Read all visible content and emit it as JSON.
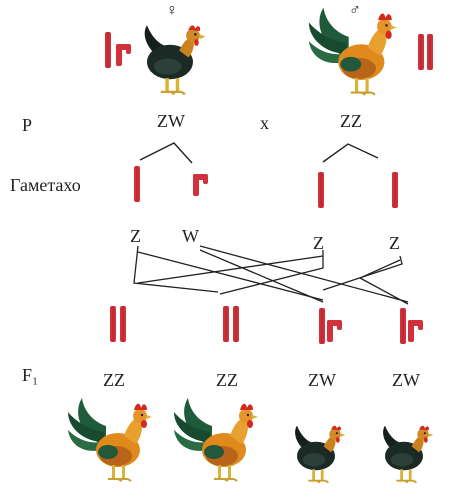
{
  "labels": {
    "p": "P",
    "cross": "x",
    "gametes": "Гаметахо",
    "f1": "F₁"
  },
  "symbols": {
    "female": "♀",
    "male": "♂"
  },
  "parents": {
    "female_genotype": "ZW",
    "male_genotype": "ZZ"
  },
  "gametes": {
    "female": [
      "Z",
      "W"
    ],
    "male": [
      "Z",
      "Z"
    ]
  },
  "offspring": [
    {
      "genotype": "ZZ",
      "sex": "male"
    },
    {
      "genotype": "ZZ",
      "sex": "male"
    },
    {
      "genotype": "ZW",
      "sex": "female"
    },
    {
      "genotype": "ZW",
      "sex": "female"
    }
  ],
  "colors": {
    "chromosome": "#d1313a",
    "chromosome_dark": "#9e1f27",
    "line": "#222222",
    "rooster_body": "#e08a1e",
    "rooster_tail": "#1f5a3a",
    "hen_body": "#1c2a26",
    "comb": "#d42a1e",
    "legs": "#d9b23a"
  }
}
